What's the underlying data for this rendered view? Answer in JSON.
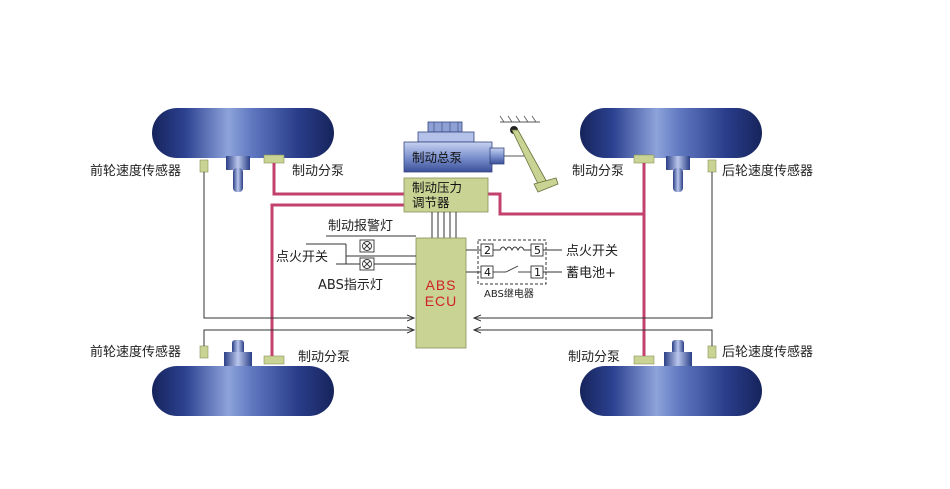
{
  "labels": {
    "front_left_sensor_top": "前轮速度传感器",
    "front_left_pump_top": "制动分泵",
    "master_cylinder": "制动总泵",
    "regulator_line1": "制动压力",
    "regulator_line2": "调节器",
    "rear_right_pump_top": "制动分泵",
    "rear_right_sensor_top": "后轮速度传感器",
    "warning_lamp": "制动报警灯",
    "ignition_left": "点火开关",
    "abs_lamp": "ABS指示灯",
    "ecu_line1": "ABS",
    "ecu_line2": "ECU",
    "ignition_right": "点火开关",
    "battery": "蓄电池+",
    "relay": "ABS继电器",
    "relay_pin_2": "2",
    "relay_pin_5": "5",
    "relay_pin_4": "4",
    "relay_pin_1": "1",
    "front_left_sensor_bottom": "前轮速度传感器",
    "front_left_pump_bottom": "制动分泵",
    "rear_right_pump_bottom": "制动分泵",
    "rear_right_sensor_bottom": "后轮速度传感器"
  },
  "colors": {
    "brake_line": "#c2416e",
    "wheel_dark": "#15245a",
    "wheel_light": "#8aa0d8",
    "box_green": "#c9d494",
    "box_border": "#8a8f5a",
    "ecu_text": "#d0202a",
    "wire": "#333333"
  }
}
